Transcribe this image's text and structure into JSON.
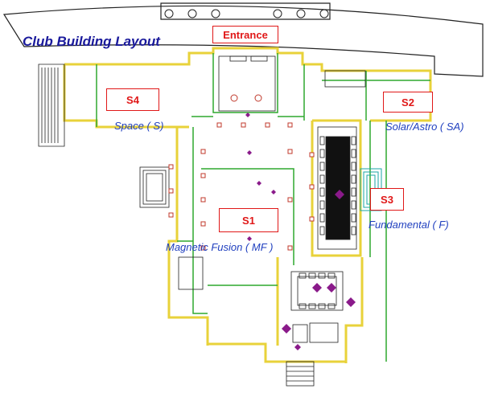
{
  "title": "Club Building Layout",
  "entrance": "Entrance",
  "sections": [
    {
      "id": "s4",
      "code": "S4",
      "zone": "Space ( S)"
    },
    {
      "id": "s2",
      "code": "S2",
      "zone": "Solar/Astro ( SA)"
    },
    {
      "id": "s1",
      "code": "S1",
      "zone": "Magnetic Fusion  ( MF )"
    },
    {
      "id": "s3",
      "code": "S3",
      "zone": "Fundamental ( F)"
    }
  ],
  "colors": {
    "wall": "#e8d23a",
    "partition": "#2fa82f",
    "furniture": "#444444",
    "label_box": "#e01818",
    "zone_text": "#1f3fbf",
    "accent": "#8a1a8a"
  }
}
